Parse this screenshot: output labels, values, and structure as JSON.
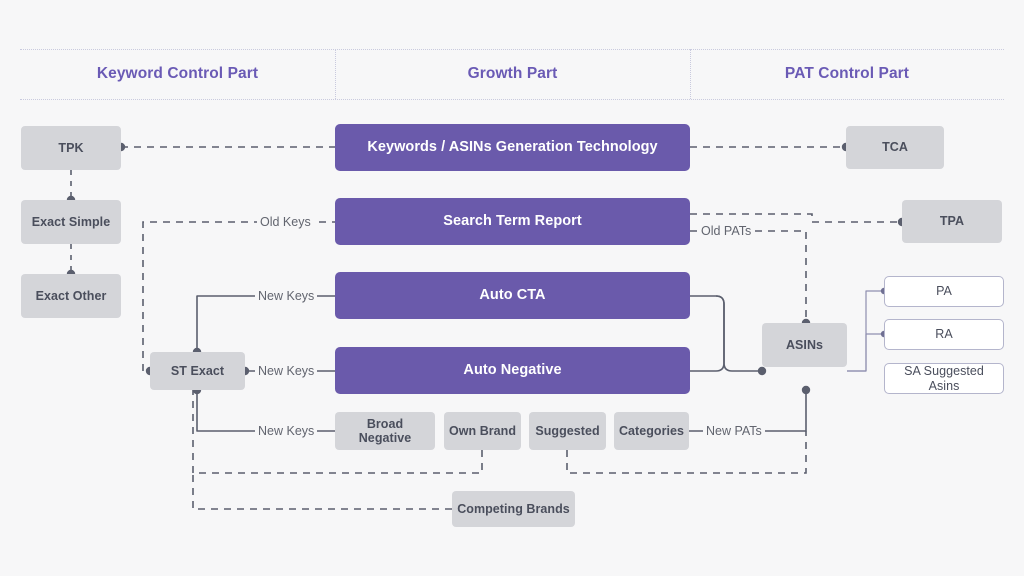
{
  "header": {
    "columns": [
      {
        "id": "keyword-control-part",
        "label": "Keyword Control Part"
      },
      {
        "id": "growth-part",
        "label": "Growth Part"
      },
      {
        "id": "pat-control-part",
        "label": "PAT Control Part"
      }
    ]
  },
  "colors": {
    "background": "#f7f7f8",
    "header_text": "#6a5ab5",
    "purple_node": "#6a5aab",
    "gray_node": "#d4d5d9",
    "node_text": "#4a4e5c",
    "wire": "#5b5f6e",
    "rule": "#c9cade"
  },
  "nodes": {
    "keyword_control": [
      {
        "id": "tpk",
        "label": "TPK",
        "style": "gray"
      },
      {
        "id": "exact-simple",
        "label": "Exact Simple",
        "style": "gray"
      },
      {
        "id": "exact-other",
        "label": "Exact Other",
        "style": "gray"
      },
      {
        "id": "st-exact",
        "label": "ST Exact",
        "style": "gray"
      }
    ],
    "growth": [
      {
        "id": "keywords-asins-generation-technology",
        "label": "Keywords / ASINs Generation Technology",
        "style": "purple"
      },
      {
        "id": "search-term-report",
        "label": "Search Term Report",
        "style": "purple"
      },
      {
        "id": "auto-cta",
        "label": "Auto CTA",
        "style": "purple"
      },
      {
        "id": "auto-negative",
        "label": "Auto Negative",
        "style": "purple"
      }
    ],
    "negatives_row": [
      {
        "id": "broad-negative",
        "label": "Broad Negative",
        "style": "gray"
      },
      {
        "id": "own-brand",
        "label": "Own Brand",
        "style": "gray"
      },
      {
        "id": "suggested",
        "label": "Suggested",
        "style": "gray"
      },
      {
        "id": "categories",
        "label": "Categories",
        "style": "gray"
      }
    ],
    "bottom": [
      {
        "id": "competing-brands",
        "label": "Competing Brands",
        "style": "gray"
      }
    ],
    "pat_control": [
      {
        "id": "tca",
        "label": "TCA",
        "style": "gray"
      },
      {
        "id": "tpa",
        "label": "TPA",
        "style": "gray"
      },
      {
        "id": "asins",
        "label": "ASINs",
        "style": "gray"
      },
      {
        "id": "pa",
        "label": "PA",
        "style": "outline"
      },
      {
        "id": "ra",
        "label": "RA",
        "style": "outline"
      },
      {
        "id": "sa",
        "label": "SA Suggested Asins",
        "style": "outline"
      }
    ]
  },
  "edge_labels": [
    {
      "id": "old-keys",
      "label": "Old Keys"
    },
    {
      "id": "new-keys-cta",
      "label": "New Keys"
    },
    {
      "id": "new-keys-neg",
      "label": "New Keys"
    },
    {
      "id": "new-keys-broad",
      "label": "New Keys"
    },
    {
      "id": "old-pats",
      "label": "Old PATs"
    },
    {
      "id": "new-pats",
      "label": "New PATs"
    }
  ]
}
